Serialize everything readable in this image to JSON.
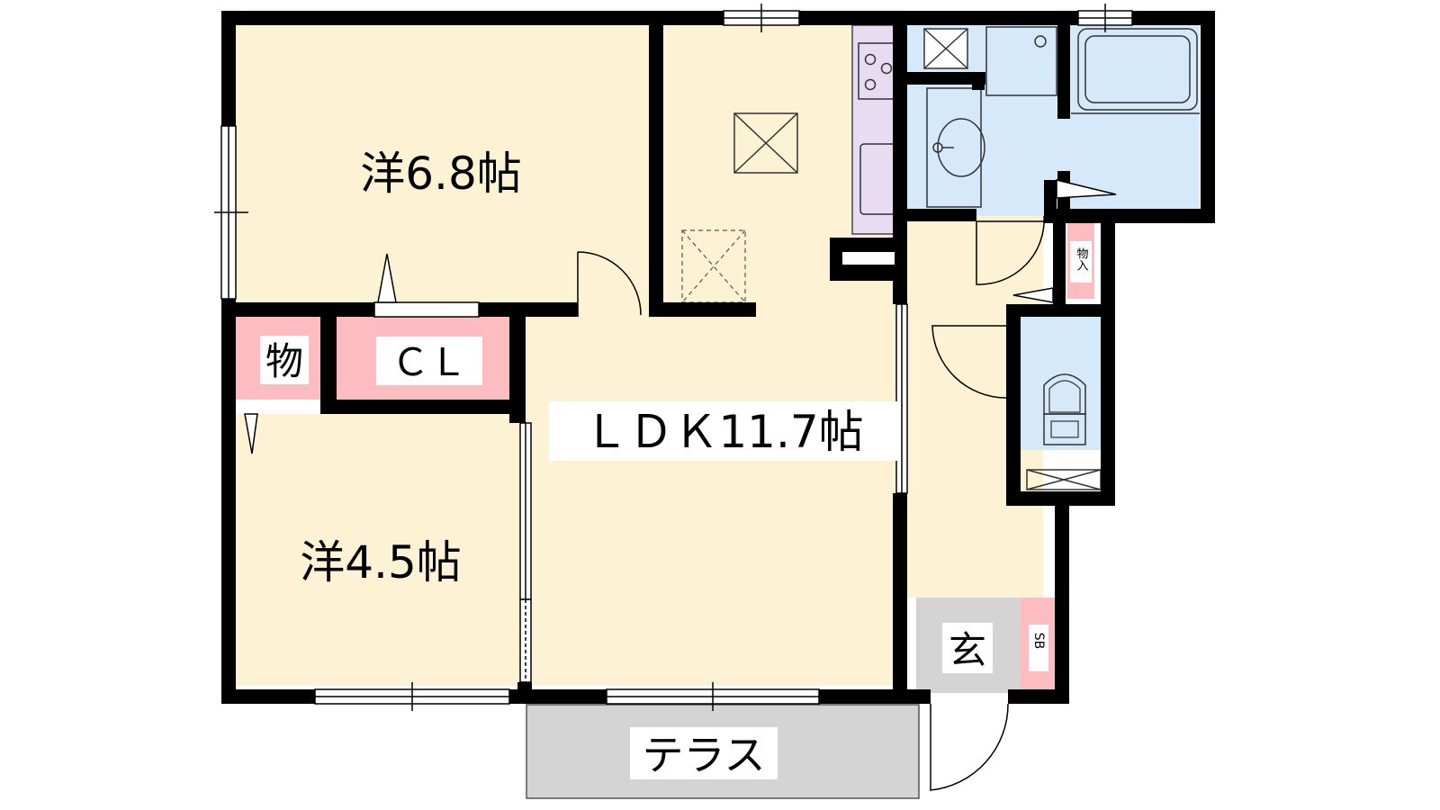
{
  "rooms": {
    "western_room_1": "洋6.8帖",
    "western_room_2": "洋4.5帖",
    "ldk": "ＬＤＫ11.7帖",
    "storage_small": "物",
    "closet": "ＣＬ",
    "storage_hall": "物入",
    "entrance": "玄",
    "shoe_box": "SB",
    "terrace": "テラス"
  },
  "colors": {
    "room_floor": "#fdf2d4",
    "wet_area": "#d6e9fb",
    "kitchen": "#e8dcf2",
    "storage": "#fdbcc0",
    "entrance": "#d4d4d4",
    "terrace": "#d4d4d4",
    "wall": "#000000"
  }
}
